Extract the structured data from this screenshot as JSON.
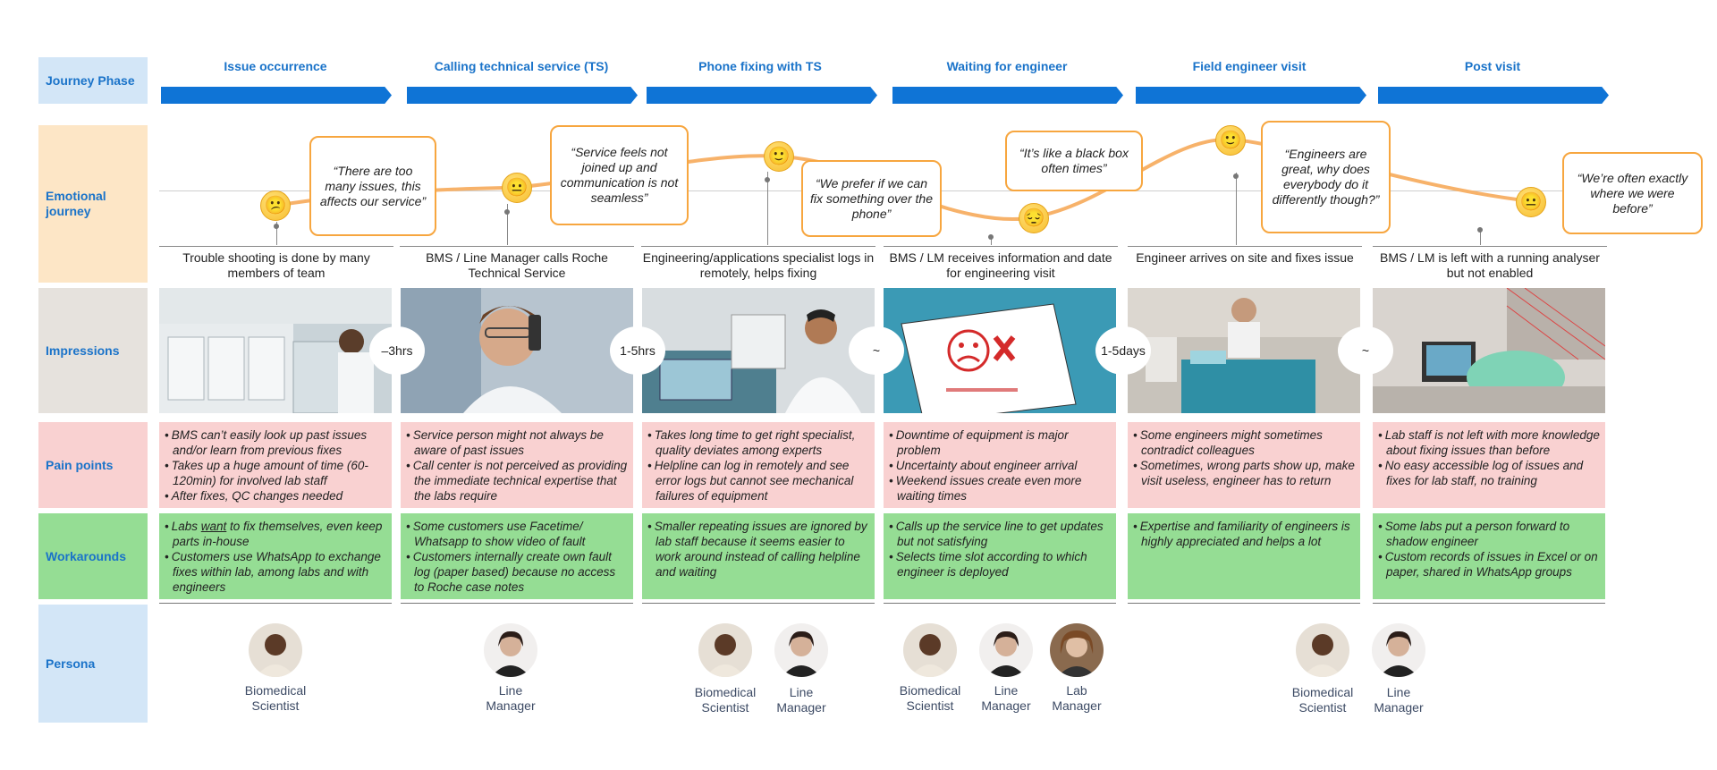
{
  "labels": {
    "journey_phase": "Journey Phase",
    "emotional_journey": "Emotional journey",
    "impressions": "Impressions",
    "pain_points": "Pain points",
    "workarounds": "Workarounds",
    "persona": "Persona"
  },
  "phases": [
    {
      "title": "Issue occurrence",
      "step": "Trouble shooting is done by many members of team",
      "quote": "“There are too many issues, this affects our service”",
      "emotion": "neutral-sad",
      "pain": [
        "BMS can’t easily look up past issues and/or learn from previous fixes",
        "Takes up a huge amount of time (60-120min) for involved lab staff",
        "After fixes, QC changes needed"
      ],
      "work_first_pre": "Labs ",
      "work_first_em": "want",
      "work_first_post": " to fix themselves, even keep parts in-house",
      "work": [
        "Customers use WhatsApp to exchange fixes within lab, among labs and with engineers"
      ]
    },
    {
      "title": "Calling technical service (TS)",
      "step": "BMS / Line Manager calls Roche Technical Service",
      "quote": "“Service feels not joined up and communication is not seamless”",
      "emotion": "neutral",
      "pain": [
        "Service person might not always be aware of past issues",
        "Call center is not perceived as providing the immediate technical expertise that the labs require"
      ],
      "work": [
        "Some customers use Facetime/ Whatsapp to show video of fault",
        "Customers internally create own fault log (paper based) because no access to Roche case notes"
      ]
    },
    {
      "title": "Phone fixing with TS",
      "step": "Engineering/applications specialist logs in remotely, helps fixing",
      "quote": "“We prefer if we can fix something over the phone”",
      "emotion": "happy",
      "pain": [
        "Takes long time to get right specialist, quality deviates among experts",
        "Helpline can log in remotely and see error logs but cannot see mechanical failures of equipment"
      ],
      "work": [
        "Smaller repeating issues are ignored by lab staff because it seems easier to work around instead of calling helpline and waiting"
      ]
    },
    {
      "title": "Waiting for engineer",
      "step": "BMS / LM receives information and date for engineering visit",
      "quote": "“It’s like a black box often times”",
      "emotion": "sad",
      "pain": [
        "Downtime of equipment is major problem",
        "Uncertainty about engineer arrival",
        "Weekend issues create even more waiting times"
      ],
      "work": [
        "Calls up the service line to get updates but not satisfying",
        "Selects time slot according to which engineer is deployed"
      ]
    },
    {
      "title": "Field engineer visit",
      "step": "Engineer arrives on site and fixes issue",
      "quote": "“Engineers are great, why does everybody do it differently though?”",
      "emotion": "happy",
      "pain": [
        "Some engineers might sometimes contradict colleagues",
        "Sometimes, wrong parts show up, make visit useless, engineer has to return"
      ],
      "work": [
        "Expertise and familiarity of engineers is highly appreciated and helps a lot"
      ]
    },
    {
      "title": "Post visit",
      "step": "BMS / LM is left with a running analyser but not enabled",
      "quote": "“We’re often exactly where we were before”",
      "emotion": "neutral",
      "pain": [
        "Lab staff is not left with more knowledge about fixing issues than before",
        "No easy accessible log of issues and fixes for lab staff, no training"
      ],
      "work": [
        "Some labs put a person forward to shadow engineer",
        "Custom records of issues in Excel or on paper, shared in WhatsApp groups"
      ]
    }
  ],
  "durations": [
    "–3hrs",
    "1-5hrs",
    "~",
    "1-5days",
    "~"
  ],
  "personas": {
    "biomedical_scientist": "Biomedical Scientist",
    "biomedical_scientist_wrapped": [
      "Biomedical",
      "Scientist"
    ],
    "line_manager": [
      "Line",
      "Manager"
    ],
    "lab_manager": [
      "Lab",
      "Manager"
    ]
  },
  "colors": {
    "accent_blue": "#0f74d6",
    "curve_orange": "#f7b26a",
    "bubble_border": "#f7a63f",
    "pain_bg": "#f9d1d1",
    "work_bg": "#95dd94"
  }
}
